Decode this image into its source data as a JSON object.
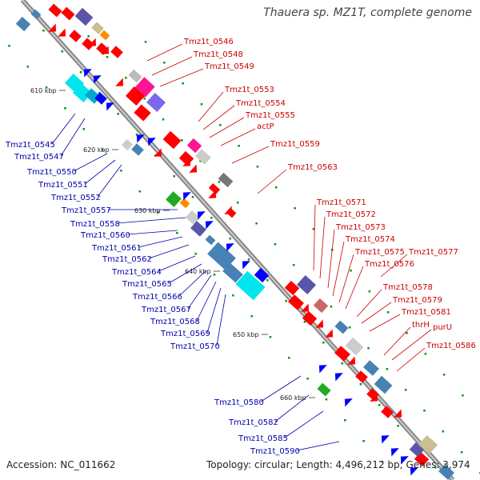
{
  "title": "Thauera sp. MZ1T, complete genome",
  "accession": "Accession: NC_011662",
  "topology": "Topology: circular; Length: 4,496,212 bp; Genes: 3,974",
  "colors": {
    "forward_label": "#cc0000",
    "reverse_label": "#0000aa",
    "forward_gene": "#ff0000",
    "reverse_gene": "#0000ff",
    "backbone": "#8c8c8c",
    "ticks": "#009900"
  },
  "ticks": [
    "610 kbp",
    "620 kbp",
    "630 kbp",
    "640 kbp",
    "650 kbp",
    "660 kbp"
  ],
  "forward_labels": [
    "Tmz1t_0546",
    "Tmz1t_0548",
    "Tmz1t_0549",
    "Tmz1t_0553",
    "Tmz1t_0554",
    "Tmz1t_0555",
    "actP",
    "Tmz1t_0559",
    "Tmz1t_0563",
    "Tmz1t_0571",
    "Tmz1t_0572",
    "Tmz1t_0573",
    "Tmz1t_0574",
    "Tmz1t_0575",
    "Tmz1t_0577",
    "Tmz1t_0576",
    "Tmz1t_0578",
    "Tmz1t_0579",
    "Tmz1t_0581",
    "thrH",
    "purU",
    "Tmz1t_0586"
  ],
  "reverse_labels": [
    "Tmz1t_0545",
    "Tmz1t_0547",
    "Tmz1t_0550",
    "Tmz1t_0551",
    "Tmz1t_0552",
    "Tmz1t_0557",
    "Tmz1t_0558",
    "Tmz1t_0560",
    "Tmz1t_0561",
    "Tmz1t_0562",
    "Tmz1t_0564",
    "Tmz1t_0565",
    "Tmz1t_0566",
    "Tmz1t_0567",
    "Tmz1t_0568",
    "Tmz1t_0569",
    "Tmz1t_0570",
    "Tmz1t_0580",
    "Tmz1t_0582",
    "Tmz1t_0585",
    "Tmz1t_0590"
  ]
}
